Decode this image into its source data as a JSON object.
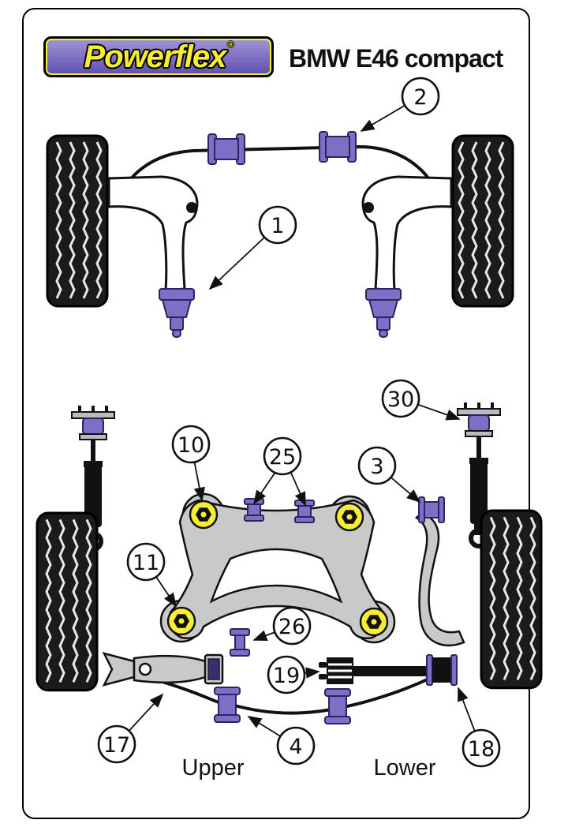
{
  "header": {
    "brand": "Powerflex",
    "registered": "®",
    "title": "BMW E46 compact"
  },
  "callouts": [
    "1",
    "2",
    "3",
    "4",
    "10",
    "11",
    "17",
    "18",
    "19",
    "25",
    "26",
    "30"
  ],
  "labels": {
    "upper": "Upper",
    "lower": "Lower"
  },
  "colors": {
    "bush_purple": "#7b6fc6",
    "bush_yellow": "#f6ee35",
    "metal_gray": "#c9c9c9",
    "logo_purple": "#7a6ac0",
    "logo_purple_light": "#a096d6",
    "logo_purple_dark": "#5d4fae",
    "logo_text_yellow": "#f8ee30"
  }
}
